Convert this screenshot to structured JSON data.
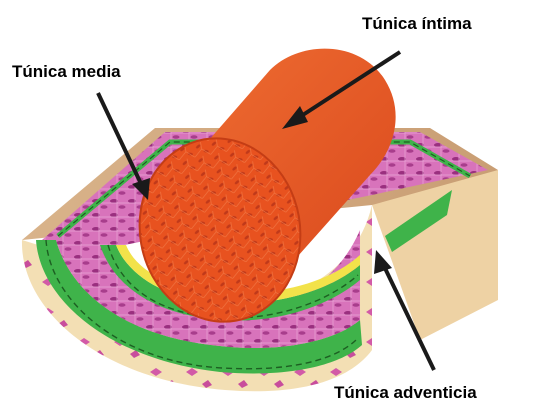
{
  "labels": {
    "intima": "Túnica íntima",
    "media": "Túnica media",
    "adventicia": "Túnica adventicia"
  },
  "colors": {
    "background": "#ffffff",
    "intima": "#e8521f",
    "intima_dark": "#c73c14",
    "media": "#d86fb8",
    "media_cells": "#9a2f7f",
    "elastic_band": "#3fb34a",
    "adventicia": "#f2ddb0",
    "adventicia_cells": "#d25aa7",
    "arrow": "#1a1a1a"
  }
}
